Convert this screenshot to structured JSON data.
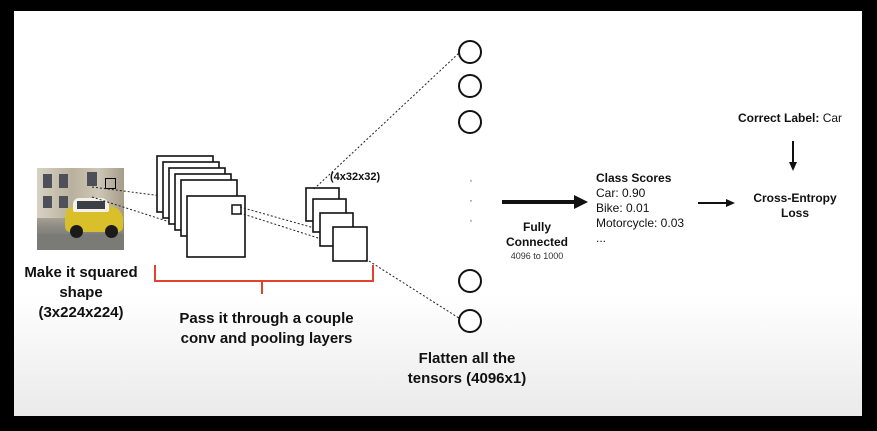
{
  "input": {
    "caption": "Make it squared shape (3x224x224)"
  },
  "conv": {
    "caption": "Pass it through a couple conv and pooling layers",
    "dim_label": "(4x32x32)"
  },
  "flatten": {
    "caption": "Flatten all the tensors (4096x1)",
    "ellipsis": "· · ·"
  },
  "fully_connected": {
    "title": "Fully Connected",
    "subtitle": "4096 to 1000"
  },
  "class_scores": {
    "title": "Class Scores",
    "items": [
      "Car: 0.90",
      "Bike: 0.01",
      "Motorcycle: 0.03",
      "..."
    ]
  },
  "correct_label": {
    "key": "Correct Label:",
    "value": "Car"
  },
  "loss": {
    "title": "Cross-Entropy Loss"
  },
  "colors": {
    "brace": "#e0442e",
    "stroke": "#111111"
  }
}
